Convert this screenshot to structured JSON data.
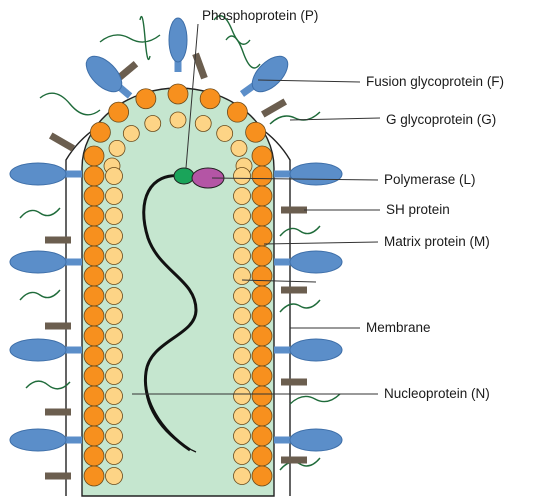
{
  "labels": {
    "phosphoprotein": "Phosphoprotein (P)",
    "fusion": "Fusion glycoprotein (F)",
    "g_glycoprotein": "G glycoprotein (G)",
    "polymerase": "Polymerase (L)",
    "sh_protein": "SH protein",
    "matrix": "Matrix protein (M)",
    "membrane": "Membrane",
    "nucleoprotein": "Nucleoprotein (N)"
  },
  "colors": {
    "interior": "#c5e6cf",
    "nucleoprotein_fill": "#f7901e",
    "matrix_fill": "#fdd486",
    "glycoprotein": "#5b8ec9",
    "polymerase": "#b455a5",
    "phosphoprotein": "#1aa45a",
    "sh_protein": "#6b5e4f",
    "g_strand": "#1f6b3a",
    "outline": "#222222"
  }
}
